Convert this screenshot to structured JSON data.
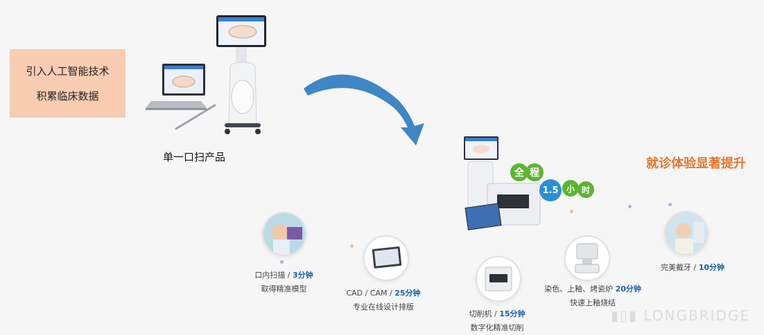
{
  "callout": {
    "line1": "引入人工智能技术",
    "line2": "积累临床数据"
  },
  "single_product_label": "单一口扫产品",
  "headline": "就诊体验显著提升",
  "badges": {
    "quan": "全",
    "cheng": "程",
    "hours": "1.5",
    "xiao": "小",
    "shi": "时"
  },
  "steps": [
    {
      "name": "口内扫描 / ",
      "time": "3分钟",
      "desc": "取得精准模型"
    },
    {
      "name": "CAD / CAM  / ",
      "time": "25分钟",
      "desc": "专业在线设计排版"
    },
    {
      "name": "切削机 / ",
      "time": "15分钟",
      "desc": "数字化精准切削"
    },
    {
      "name": "染色、上釉、烤瓷炉 ",
      "time": "20分钟",
      "desc": "快速上釉烧结"
    },
    {
      "name": "完美戴牙 / ",
      "time": "10分钟",
      "desc": ""
    }
  ],
  "watermark": "LONGBRIDGE",
  "colors": {
    "accent": "#e8752c",
    "time_blue": "#1b5fa8",
    "callout_bg": "#f8cdb2",
    "arrow": "#3f86c4"
  }
}
